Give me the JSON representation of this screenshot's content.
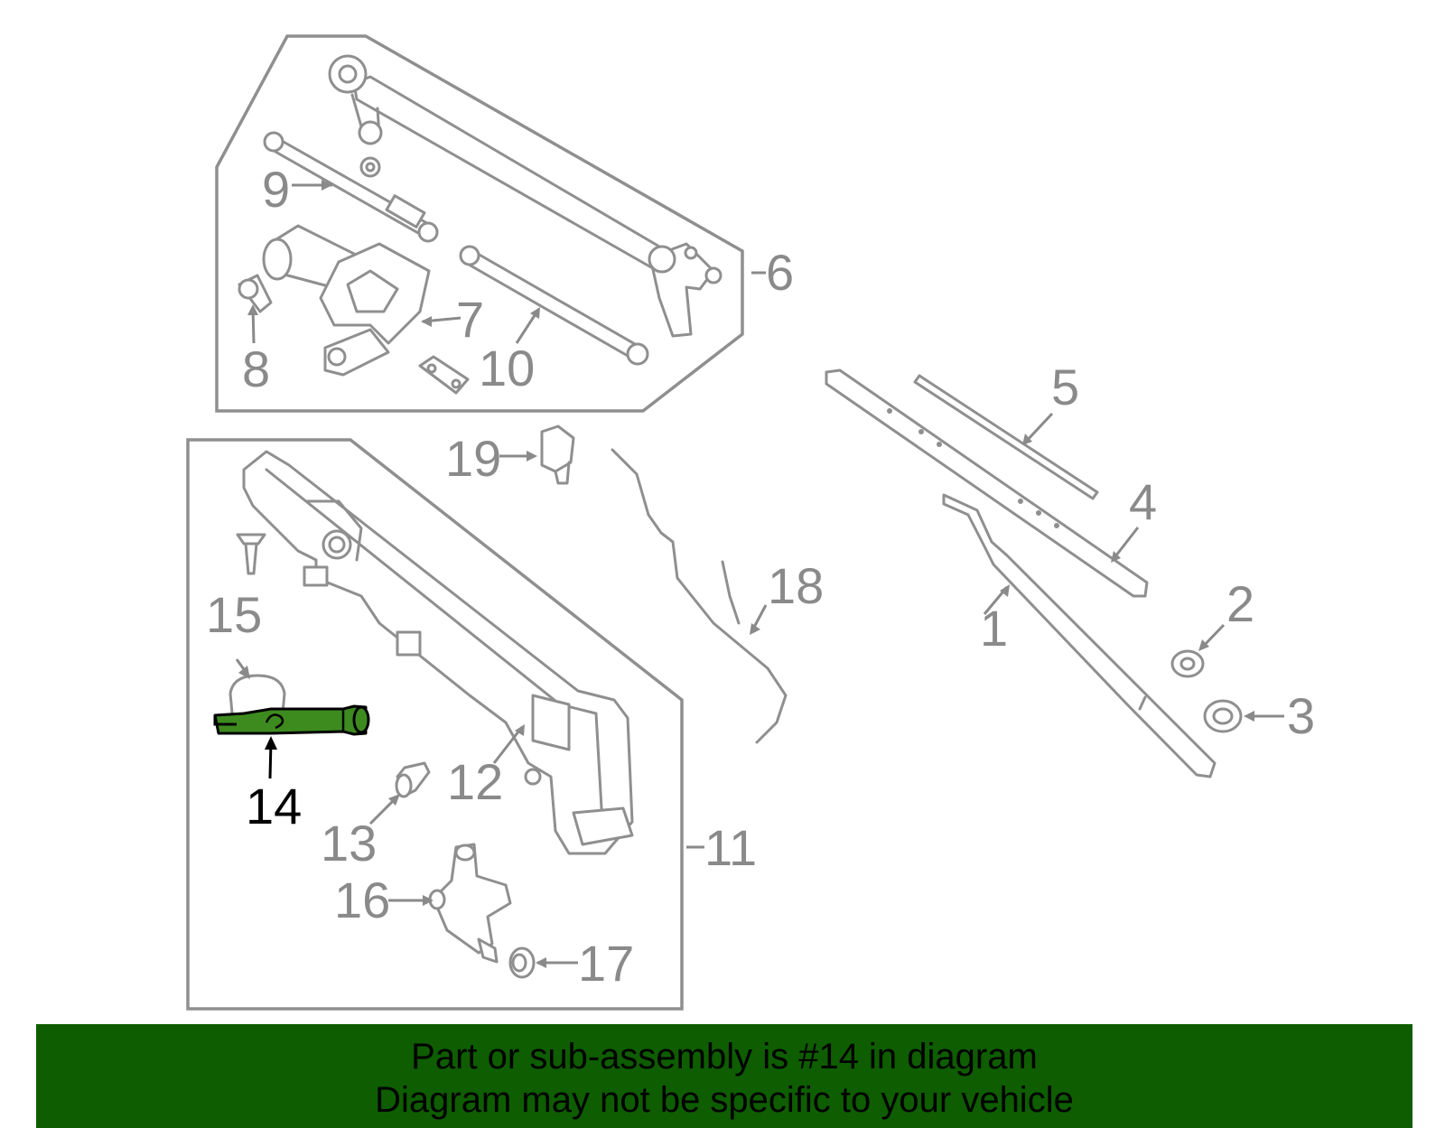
{
  "diagram": {
    "highlighted_part": "14",
    "callouts": [
      "1",
      "2",
      "3",
      "4",
      "5",
      "6",
      "7",
      "8",
      "9",
      "10",
      "11",
      "12",
      "13",
      "14",
      "15",
      "16",
      "17",
      "18",
      "19"
    ],
    "colors": {
      "highlight_fill": "#3d8b1f",
      "line_gray": "#8f8f8f",
      "label_gray": "#8a8a8a",
      "banner": "#0e5d00"
    }
  },
  "banner": {
    "line1": "Part or sub-assembly is #14 in diagram",
    "line2": "Diagram may not be specific to your vehicle"
  }
}
